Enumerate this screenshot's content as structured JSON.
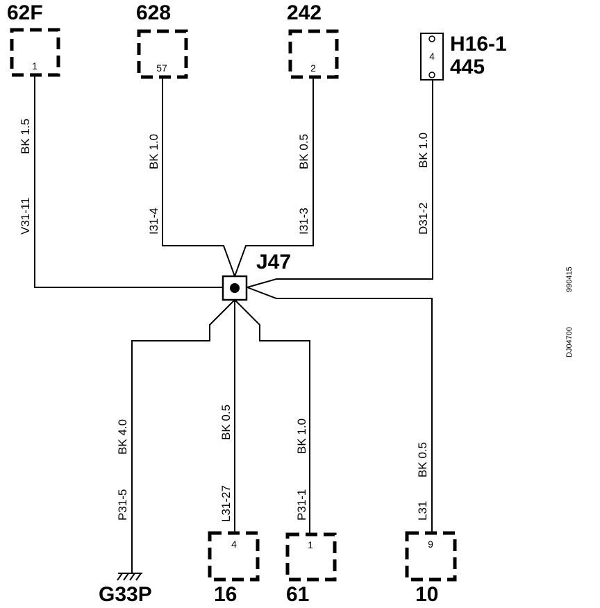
{
  "connectors": {
    "c62f": {
      "name": "62F",
      "pin": "1"
    },
    "c628": {
      "name": "628",
      "pin": "57"
    },
    "c242": {
      "name": "242",
      "pin": "2"
    },
    "h16": {
      "name": "H16-1",
      "sub": "445",
      "pin": "4"
    },
    "c16": {
      "name": "16",
      "pin": "4"
    },
    "c61": {
      "name": "61",
      "pin": "1"
    },
    "c10": {
      "name": "10",
      "pin": "9"
    }
  },
  "splice": {
    "name": "J47"
  },
  "ground": {
    "name": "G33P"
  },
  "wires": {
    "v31_11": {
      "circuit": "V31-11",
      "spec": "BK  1.5"
    },
    "i31_4": {
      "circuit": "I31-4",
      "spec": "BK  1.0"
    },
    "i31_3": {
      "circuit": "I31-3",
      "spec": "BK  0.5"
    },
    "d31_2": {
      "circuit": "D31-2",
      "spec": "BK  1.0"
    },
    "p31_5": {
      "circuit": "P31-5",
      "spec": "BK  4.0"
    },
    "l31_27": {
      "circuit": "L31-27",
      "spec": "BK  0.5"
    },
    "p31_1": {
      "circuit": "P31-1",
      "spec": "BK  1.0"
    },
    "l31": {
      "circuit": "L31",
      "spec": "BK  0.5"
    }
  },
  "side_codes": {
    "date": "990415",
    "id": "DJ04700"
  }
}
